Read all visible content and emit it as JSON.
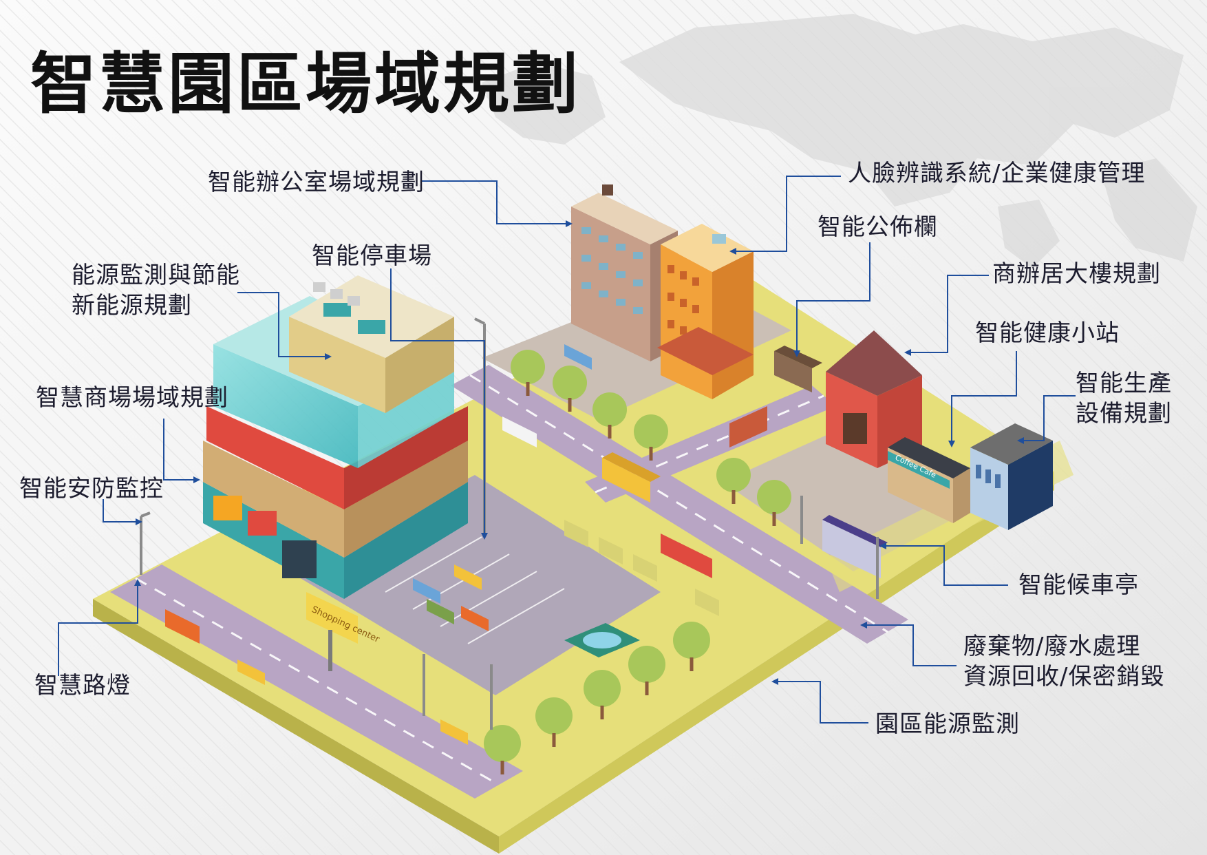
{
  "title": "智慧園區場域規劃",
  "labels": {
    "office": "智能辦公室場域規劃",
    "face_recognition": "人臉辨識系統/企業健康管理",
    "bulletin": "智能公佈欄",
    "parking": "智能停車場",
    "energy_line1": "能源監測與節能",
    "energy_line2": "新能源規劃",
    "residential": "商辦居大樓規劃",
    "health_station": "智能健康小站",
    "mall": "智慧商場場域規劃",
    "production_line1": "智能生產",
    "production_line2": "設備規劃",
    "security": "智能安防監控",
    "bus_stop": "智能候車亭",
    "streetlight": "智慧路燈",
    "waste_line1": "廢棄物/廢水處理",
    "waste_line2": "資源回收/保密銷毀",
    "park_energy": "園區能源監測"
  },
  "illustration": {
    "mall_sign": "Shopping center",
    "cafe_sign": "Coffee Cafe"
  },
  "colors": {
    "connector": "#1f4e9c",
    "ground": "#e6df7a",
    "road": "#b8a5c4",
    "lot": "#b0a7b8"
  }
}
